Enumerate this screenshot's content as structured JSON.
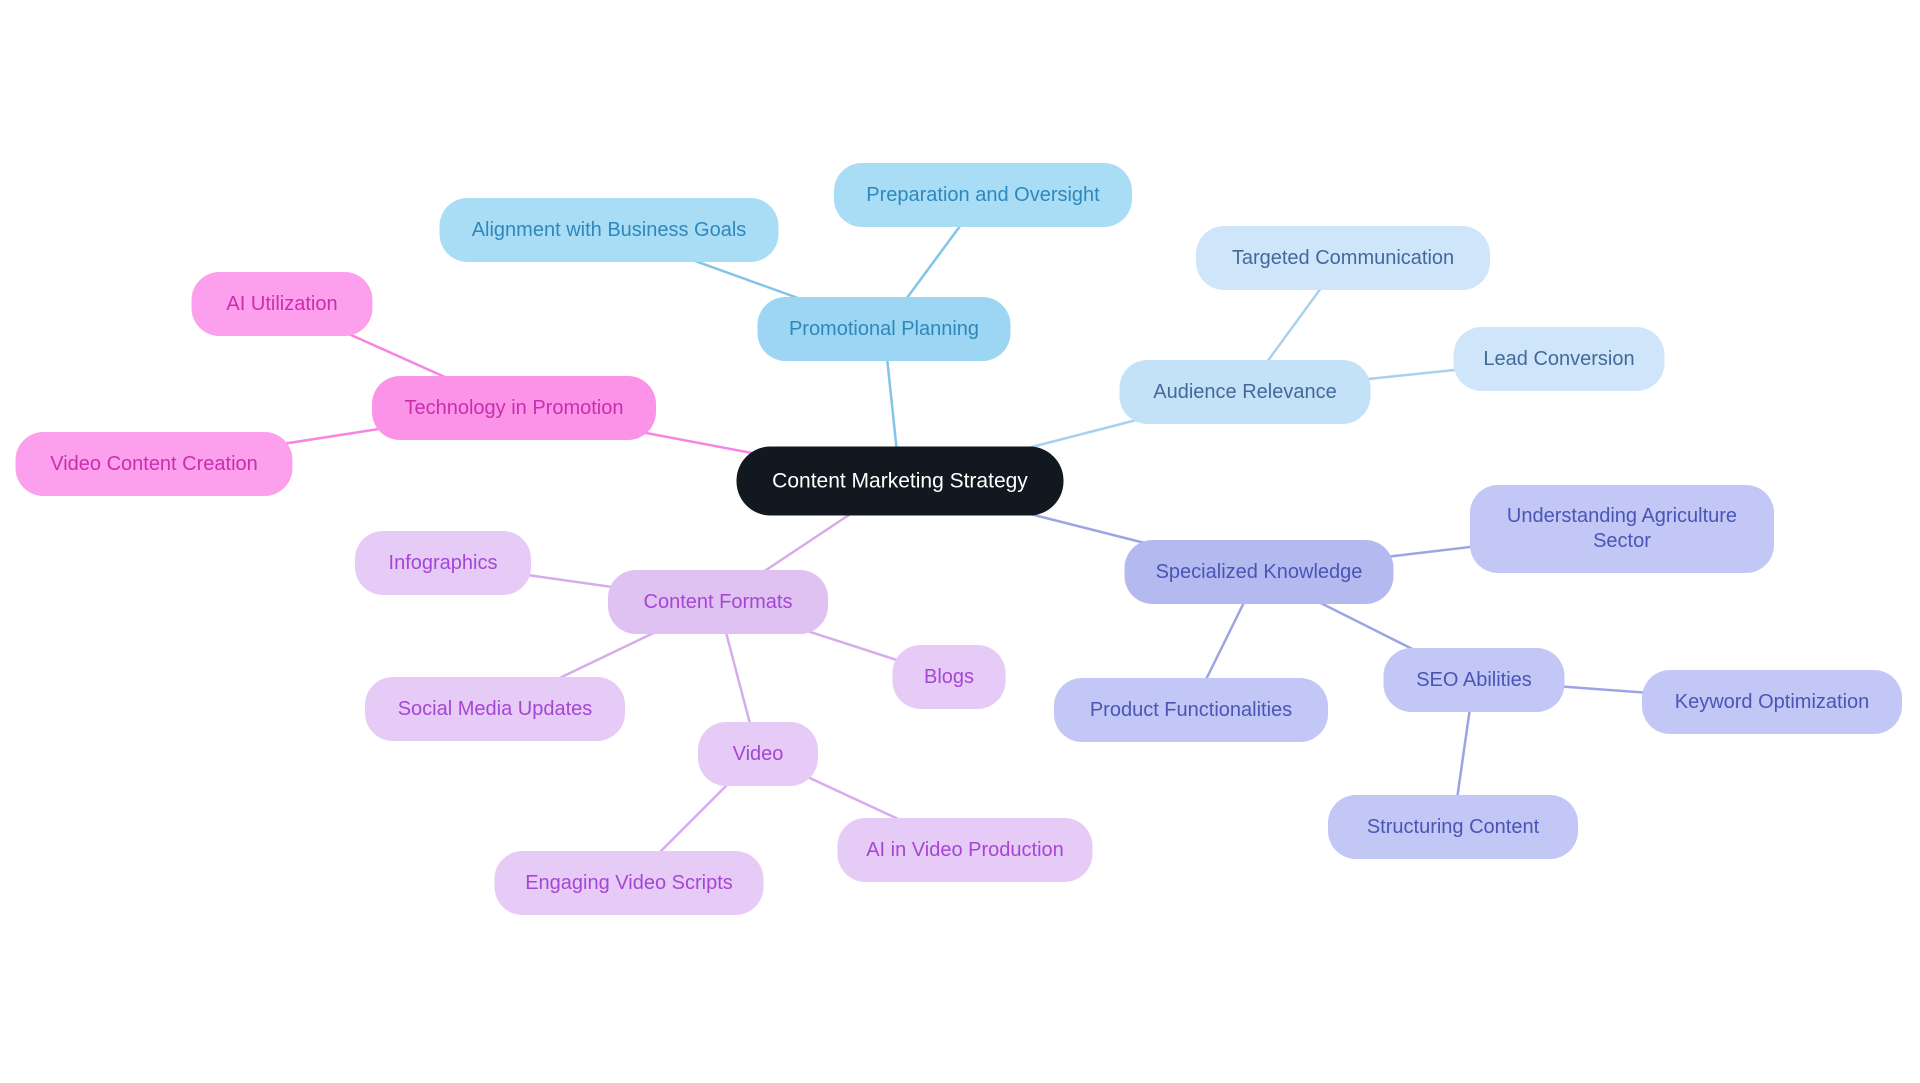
{
  "page": {
    "background_color": "#ffffff"
  },
  "mindmap": {
    "central": {
      "label": "Content Marketing Strategy",
      "node_color": "#12181f",
      "text_color": "#ffffff"
    },
    "branches": {
      "promotional_planning": {
        "label": "Promotional Planning",
        "node_color": "#9dd6f3",
        "child_node_color": "#a9ddf6",
        "text_color": "#2e88bb",
        "edge_color": "#82c5e8",
        "children": {
          "preparation_and_oversight": {
            "label": "Preparation and Oversight"
          },
          "alignment_with_business_goals": {
            "label": "Alignment with Business Goals"
          }
        }
      },
      "audience_relevance": {
        "label": "Audience Relevance",
        "node_color": "#c3e1f7",
        "child_node_color": "#cfe6fa",
        "text_color": "#43699b",
        "edge_color": "#a9d0ed",
        "children": {
          "targeted_communication": {
            "label": "Targeted Communication"
          },
          "lead_conversion": {
            "label": "Lead Conversion"
          }
        }
      },
      "technology_in_promotion": {
        "label": "Technology in Promotion",
        "node_color": "#fb93e8",
        "child_node_color": "#fc9fec",
        "text_color": "#c92fad",
        "edge_color": "#f884df",
        "children": {
          "ai_utilization": {
            "label": "AI Utilization"
          },
          "video_content_creation": {
            "label": "Video Content Creation"
          }
        }
      },
      "content_formats": {
        "label": "Content Formats",
        "node_color": "#dfc2f2",
        "child_node_color": "#e6cbf7",
        "text_color": "#a546d5",
        "edge_color": "#d6aced",
        "children": {
          "infographics": {
            "label": "Infographics"
          },
          "social_media_updates": {
            "label": "Social Media Updates"
          },
          "blogs": {
            "label": "Blogs"
          },
          "video": {
            "label": "Video",
            "children": {
              "engaging_video_scripts": {
                "label": "Engaging Video Scripts"
              },
              "ai_in_video_production": {
                "label": "AI in Video Production"
              }
            }
          }
        }
      },
      "specialized_knowledge": {
        "label": "Specialized Knowledge",
        "node_color": "#b4b9ef",
        "child_node_color": "#c2c7f6",
        "text_color": "#4a55b5",
        "edge_color": "#9da4e4",
        "children": {
          "understanding_agriculture_sector": {
            "label": "Understanding Agriculture Sector"
          },
          "product_functionalities": {
            "label": "Product Functionalities"
          },
          "seo_abilities": {
            "label": "SEO Abilities",
            "children": {
              "keyword_optimization": {
                "label": "Keyword Optimization"
              },
              "structuring_content": {
                "label": "Structuring Content"
              }
            }
          }
        }
      }
    }
  }
}
